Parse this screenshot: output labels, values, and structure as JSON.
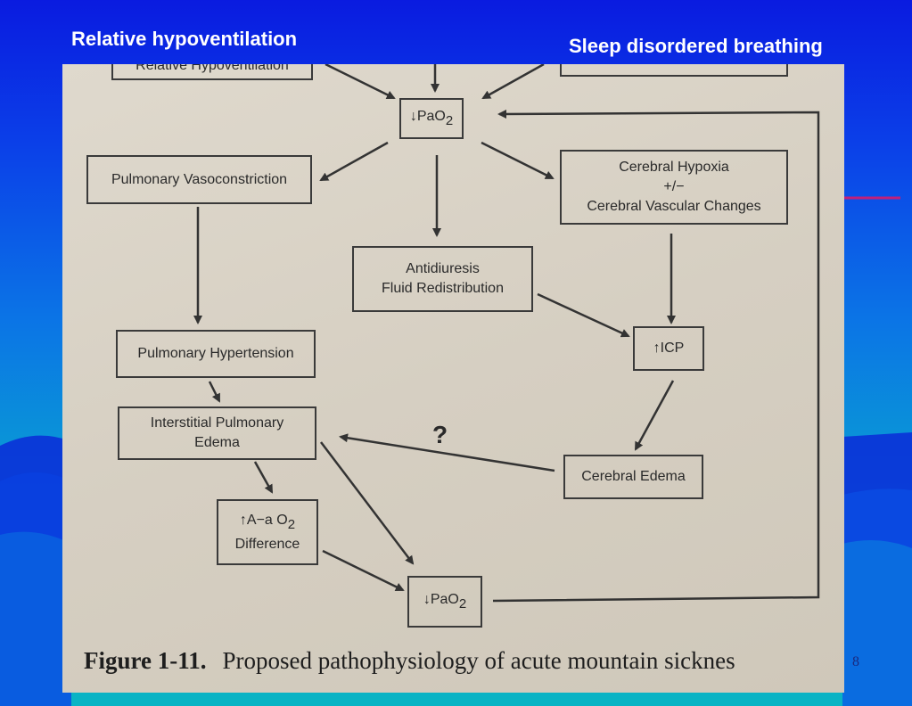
{
  "slide": {
    "title_left": "Relative hypoventilation",
    "title_right": "Sleep disordered breathing",
    "page_number": "8"
  },
  "figure": {
    "top_left_partial": "Relative Hypoventilation",
    "pao2_top": "↓PaO",
    "pao2_top_sub": "2",
    "pulmonary_vasoconstriction": "Pulmonary Vasoconstriction",
    "cerebral_hypoxia": "Cerebral Hypoxia\n+/−\nCerebral Vascular Changes",
    "antidiuresis": "Antidiuresis\nFluid Redistribution",
    "pulmonary_hypertension": "Pulmonary Hypertension",
    "icp": "↑ICP",
    "interstitial_edema": "Interstitial Pulmonary\nEdema",
    "question_mark": "?",
    "cerebral_edema": "Cerebral Edema",
    "aa_gradient": "↑A−a O",
    "aa_gradient_sub": "2",
    "aa_gradient_line2": "Difference",
    "pao2_bottom": "↓PaO",
    "pao2_bottom_sub": "2",
    "caption_label": "Figure 1-11.",
    "caption_text": "Proposed pathophysiology of acute mountain sicknes"
  },
  "colors": {
    "background_top": "#0a1be0",
    "background_bottom": "#09b4c4",
    "title_text": "#ffffff",
    "accent_line": "#c0207a",
    "photo_paper": "#d8d1c4"
  }
}
